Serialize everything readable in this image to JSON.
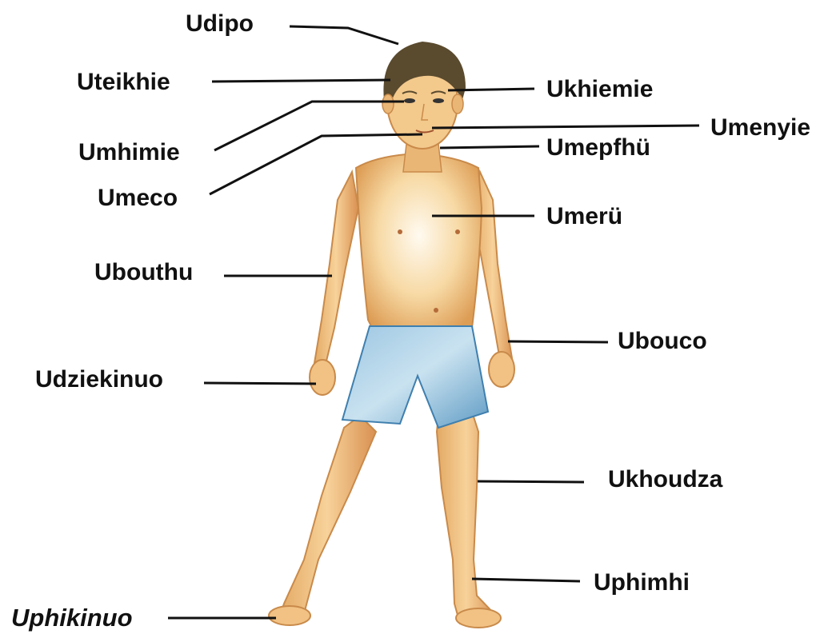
{
  "labels": {
    "udipo": "Udipo",
    "uteikhie": "Uteikhie",
    "umhimie": "Umhimie",
    "umeco": "Umeco",
    "ubouthu": "Ubouthu",
    "udziekinuo": "Udziekinuo",
    "uphikinuo": "Uphikinuo",
    "ukhiemie": "Ukhiemie",
    "umenyie": "Umenyie",
    "umepfhu": "Umepfhü",
    "umeru": "Umerü",
    "ubouco": "Ubouco",
    "ukhoudza": "Ukhoudza",
    "uphimhi": "Uphimhi"
  },
  "colors": {
    "skin": "#f4c98a",
    "skin_shadow": "#d9954f",
    "hair": "#5a4a2e",
    "shorts": "#7fb3d6",
    "shorts_dark": "#3f7fae",
    "leader": "#111111"
  }
}
